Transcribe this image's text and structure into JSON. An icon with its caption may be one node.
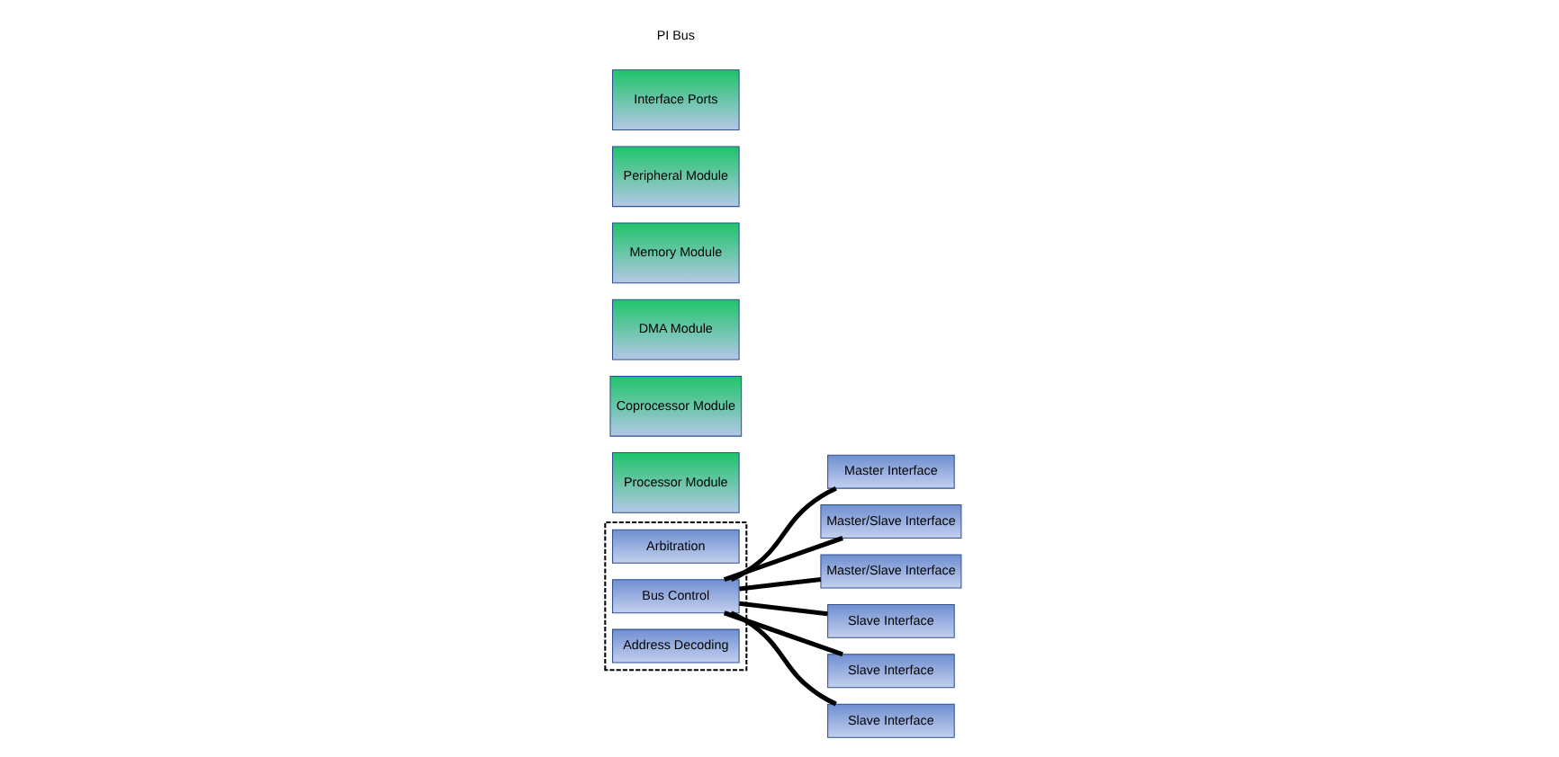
{
  "diagram": {
    "nodes": [
      {
        "text": [],
        "shape": "box"
      },
      {
        "text": [
          "Arbitration"
        ],
        "in": 0
      },
      {
        "text": [
          "Bus Control"
        ],
        "in": 0
      },
      {
        "text": [
          "Address Decoding"
        ],
        "in": 0
      },
      {
        "text": [
          "Processor Module"
        ]
      },
      {
        "text": [
          "Master Interface"
        ]
      },
      {
        "text": [
          "Coprocessor Module"
        ]
      },
      {
        "text": [
          "Master/Slave Interface"
        ]
      },
      {
        "text": [
          "DMA Module"
        ]
      },
      {
        "text": [
          "Master/Slave Interface"
        ]
      },
      {
        "text": [
          "Slave Interface"
        ]
      },
      {
        "text": [
          "Memory Module"
        ]
      },
      {
        "text": [
          "Slave Interface"
        ]
      },
      {
        "text": [
          "Peripheral Module"
        ]
      },
      {
        "text": [
          "Slave Interface"
        ]
      },
      {
        "text": [
          "Interface Ports"
        ]
      }
    ],
    "edges": [
      {
        "from": 2,
        "to": 5,
        "arrow": "none"
      },
      {
        "from": 2,
        "to": 7,
        "arrow": "none"
      },
      {
        "from": 2,
        "to": 9,
        "arrow": "none"
      },
      {
        "from": 2,
        "to": 10,
        "arrow": "none"
      },
      {
        "from": 2,
        "to": 12,
        "arrow": "none"
      },
      {
        "from": 2,
        "to": 14,
        "arrow": "none"
      }
    ],
    "labels": [
      "PI Bus"
    ]
  }
}
